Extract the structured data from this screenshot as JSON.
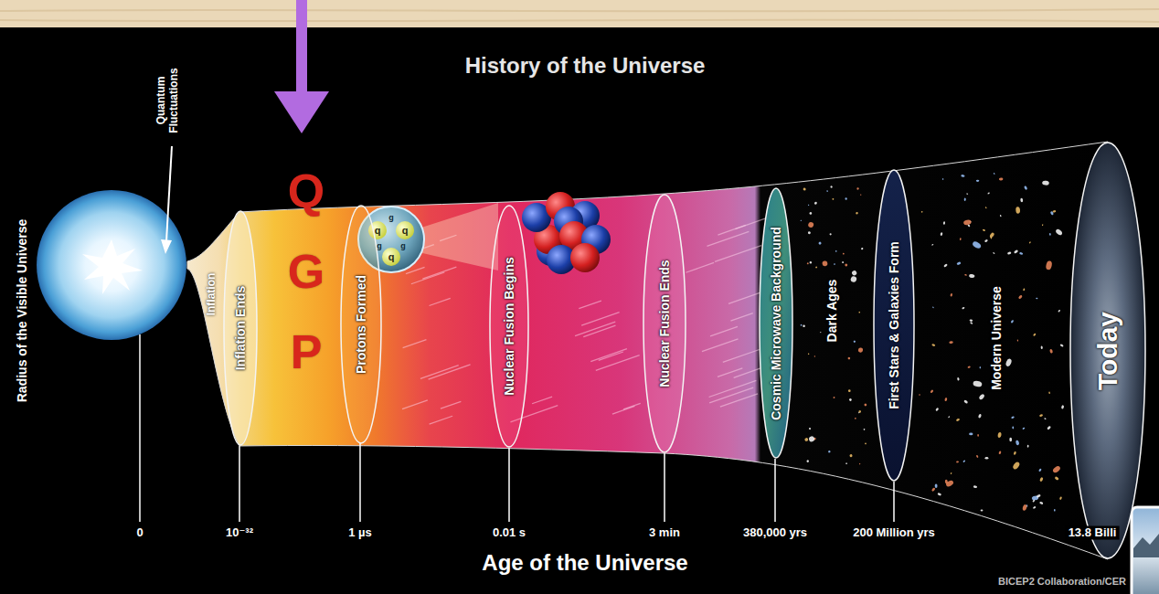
{
  "diagram": {
    "title": "History of the Universe",
    "nodes": [
      {
        "text": [
          "Inflation Ends"
        ]
      },
      {
        "text": [
          "Protons Formed"
        ]
      },
      {
        "text": [
          "Nuclear Fusion Begins"
        ]
      },
      {
        "text": [
          "Nuclear Fusion Ends"
        ]
      },
      {
        "text": [
          "Cosmic Microwave Background"
        ]
      },
      {
        "text": [
          "First Stars & Galaxies Form"
        ]
      },
      {
        "text": [
          "Today"
        ]
      }
    ],
    "labels": [
      "Radius of the Visible Universe",
      "Quantum Fluctuations",
      "Inflation",
      "Q G P",
      "q",
      "q",
      "q",
      "g",
      "g",
      "g",
      "Dark Ages",
      "Modern Universe",
      "0",
      "10⁻³²",
      "1 µs",
      "0.01 s",
      "3 min",
      "380,000 yrs",
      "200 Million yrs",
      "13.8 Billi",
      "Age of the Universe",
      "BICEP2 Collaboration/CER"
    ]
  }
}
